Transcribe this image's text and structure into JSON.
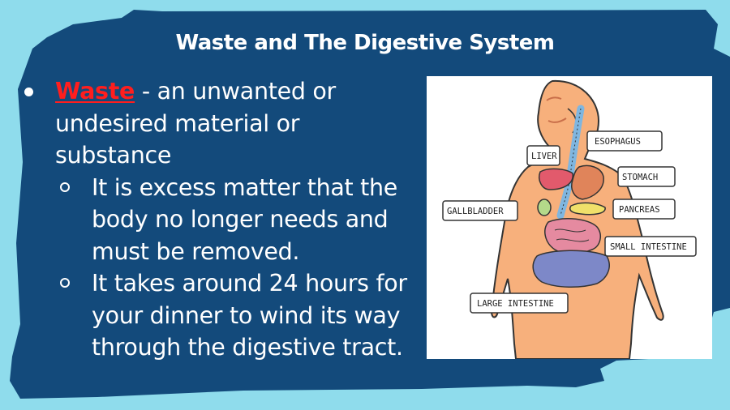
{
  "slide": {
    "title": "Waste and The Digestive System",
    "bullet": {
      "term": "Waste",
      "line1_rest": " - an unwanted or",
      "line2": "undesired material or",
      "line3": "substance"
    },
    "sub_bullets": [
      {
        "line1": "It is excess matter that the",
        "line2": "body no longer needs and",
        "line3": "must be removed."
      },
      {
        "line1": "It takes around 24 hours for",
        "line2": "your dinner to wind its way",
        "line3": "through the digestive tract."
      }
    ]
  },
  "diagram": {
    "labels": {
      "esophagus": "ESOPHAGUS",
      "liver": "LIVER",
      "stomach": "STOMACH",
      "gallbladder": "GALLBLADDER",
      "pancreas": "PANCREAS",
      "small_intestine": "SMALL INTESTINE",
      "large_intestine": "LARGE INTESTINE"
    }
  },
  "colors": {
    "background": "#8fdcec",
    "card": "#134a7b",
    "term": "#ff1e1e",
    "text": "#ffffff"
  }
}
